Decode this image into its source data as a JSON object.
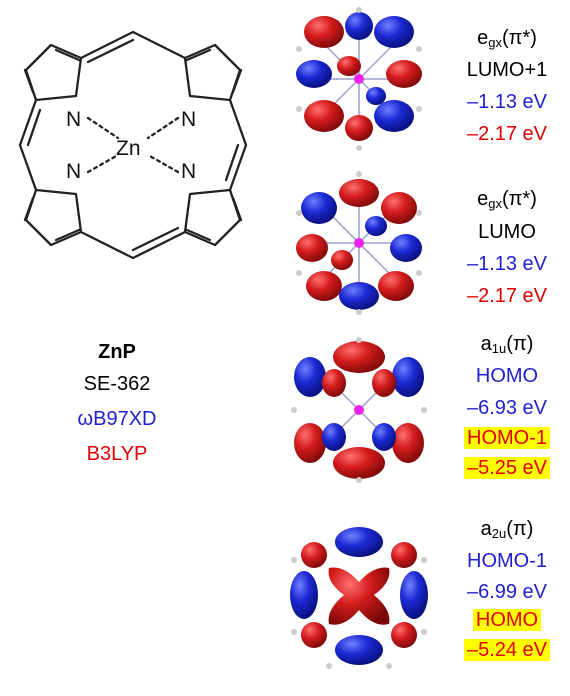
{
  "molecule": {
    "atoms": {
      "n": "N",
      "metal": "Zn"
    }
  },
  "method_block": {
    "name": "ZnP",
    "id": "SE-362",
    "functional_1": "ωB97XD",
    "functional_2": "B3LYP"
  },
  "orbitals": [
    {
      "sym_main": "e",
      "sym_sub": "gx",
      "sym_tail": "(π*)",
      "name": "LUMO+1",
      "e1": "–1.13 eV",
      "e2": "–2.17 eV"
    },
    {
      "sym_main": "e",
      "sym_sub": "gx",
      "sym_tail": "(π*)",
      "name": "LUMO",
      "e1": "–1.13 eV",
      "e2": "–2.17 eV"
    },
    {
      "sym_main": "a",
      "sym_sub": "1u",
      "sym_tail": "(π)",
      "name": "HOMO",
      "e1": "–6.93 eV",
      "name2": "HOMO-1",
      "e2": "–5.25 eV"
    },
    {
      "sym_main": "a",
      "sym_sub": "2u",
      "sym_tail": "(π)",
      "name": "HOMO-1",
      "e1": "–6.99 eV",
      "name2": "HOMO",
      "e2": "–5.24 eV"
    }
  ],
  "colors": {
    "positive_lobe": "#d41c1c",
    "negative_lobe": "#1c2ad4",
    "highlight": "#ffff00",
    "metal_atom": "#ee22ee"
  }
}
